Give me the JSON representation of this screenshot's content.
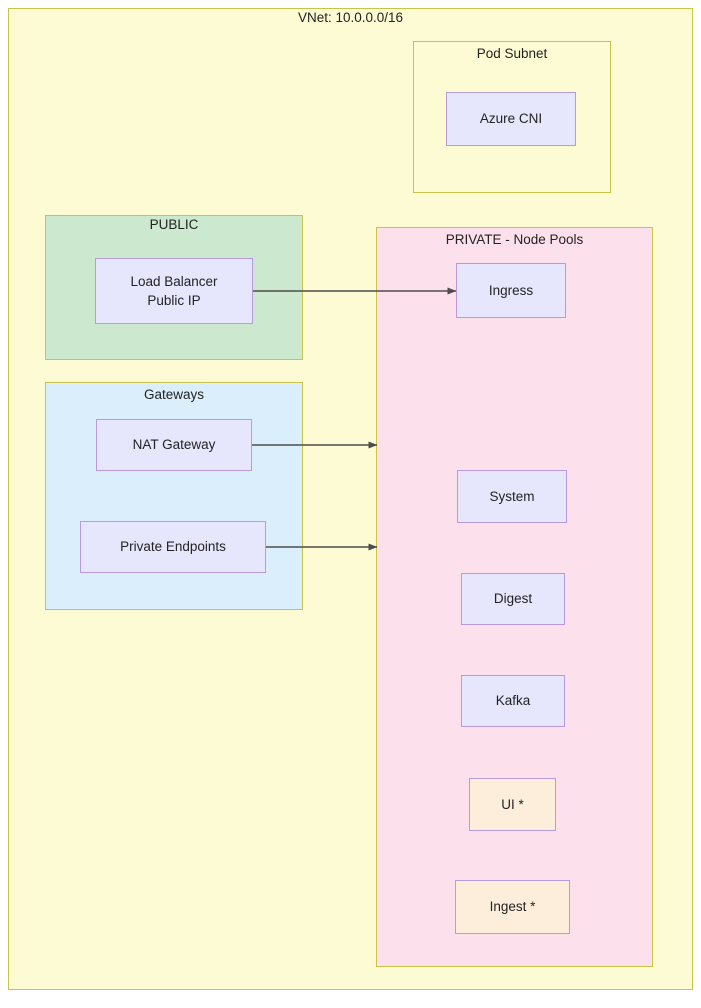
{
  "diagram": {
    "title": "VNet: 10.0.0.0/16",
    "type": "network-architecture-diagram"
  },
  "colors": {
    "vnet_fill": "#fdfbd3",
    "vnet_border": "#c8c44a",
    "public_fill": "#cce8cf",
    "gateways_fill": "#dbeefc",
    "private_fill": "#fce0eb",
    "leaf_fill": "#e6e6fd",
    "leaf_border": "#b99ae0",
    "accent_leaf_fill": "#fdeedb",
    "edge_stroke": "#4d4d4d",
    "text": "#232323"
  },
  "containers": {
    "pod_subnet": {
      "title": "Pod Subnet",
      "nodes": [
        {
          "label": "Azure CNI"
        }
      ]
    },
    "public": {
      "title": "PUBLIC",
      "nodes": [
        {
          "label_line1": "Load Balancer",
          "label_line2": "Public IP"
        }
      ]
    },
    "gateways": {
      "title": "Gateways",
      "nodes": [
        {
          "label": "NAT Gateway"
        },
        {
          "label": "Private Endpoints"
        }
      ]
    },
    "private": {
      "title": "PRIVATE - Node Pools",
      "nodes": [
        {
          "label": "Ingress",
          "style": "default"
        },
        {
          "label": "System",
          "style": "default"
        },
        {
          "label": "Digest",
          "style": "default"
        },
        {
          "label": "Kafka",
          "style": "default"
        },
        {
          "label": "UI *",
          "style": "accent"
        },
        {
          "label": "Ingest *",
          "style": "accent"
        }
      ]
    }
  },
  "edges": [
    {
      "from": "Load Balancer Public IP",
      "to": "Ingress"
    },
    {
      "from": "NAT Gateway",
      "to": "PRIVATE - Node Pools"
    },
    {
      "from": "Private Endpoints",
      "to": "PRIVATE - Node Pools"
    }
  ]
}
